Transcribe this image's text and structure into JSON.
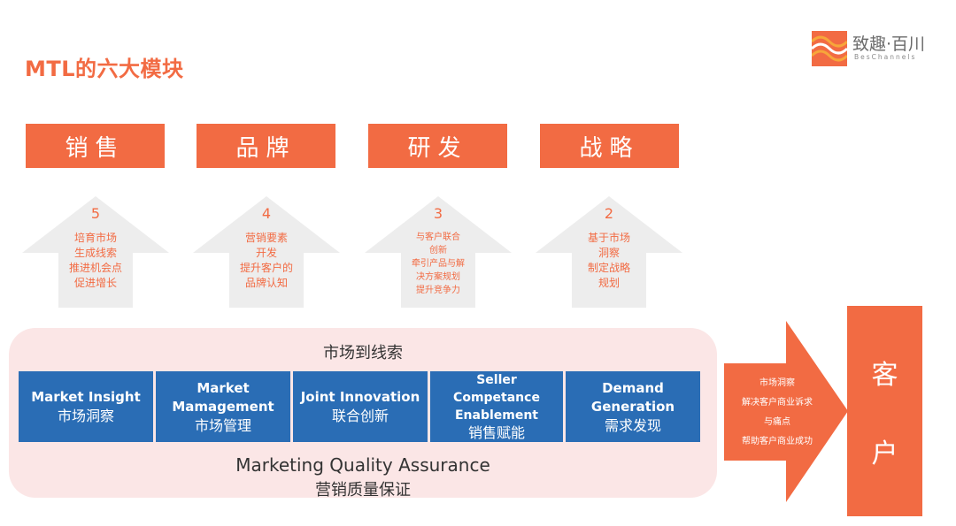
{
  "title": "MTL的六大模块",
  "logo": {
    "name": "致趣·百川",
    "sub": "BesChannels",
    "colors": [
      "#f26b43",
      "#f7a63a"
    ]
  },
  "categories": [
    {
      "label": "销售"
    },
    {
      "label": "品牌"
    },
    {
      "label": "研发"
    },
    {
      "label": "战略"
    }
  ],
  "arrows": [
    {
      "num": "5",
      "lines": [
        "培育市场",
        "生成线索",
        "推进机会点",
        "促进增长"
      ]
    },
    {
      "num": "4",
      "lines": [
        "营销要素",
        "开发",
        "提升客户的",
        "品牌认知"
      ]
    },
    {
      "num": "3",
      "lines": [
        "与客户联合",
        "创新",
        "牵引产品与解",
        "决方案规划",
        "提升竞争力"
      ]
    },
    {
      "num": "2",
      "lines": [
        "基于市场",
        "洞察",
        "制定战略",
        "规划"
      ]
    }
  ],
  "panel": {
    "title": "市场到线索",
    "modules": [
      {
        "en": "Market Insight",
        "zh": "市场洞察"
      },
      {
        "en": "Market Mamagement",
        "zh": "市场管理"
      },
      {
        "en": "Joint Innovation",
        "zh": "联合创新"
      },
      {
        "en": "Seller Competance Enablement",
        "zh": "销售赋能"
      },
      {
        "en": "Demand Generation",
        "zh": "需求发现"
      }
    ],
    "footer_en": "Marketing Quality Assurance",
    "footer_zh": "营销质量保证"
  },
  "big_arrow": {
    "lines": [
      "市场洞察",
      "解决客户商业诉求",
      "与痛点",
      "帮助客户商业成功"
    ]
  },
  "customer": {
    "chars": [
      "客",
      "户"
    ]
  },
  "colors": {
    "orange": "#f26b43",
    "blue": "#2a6db5",
    "panel_bg": "#fbe6e6",
    "arrow_gray": "#ededed"
  }
}
